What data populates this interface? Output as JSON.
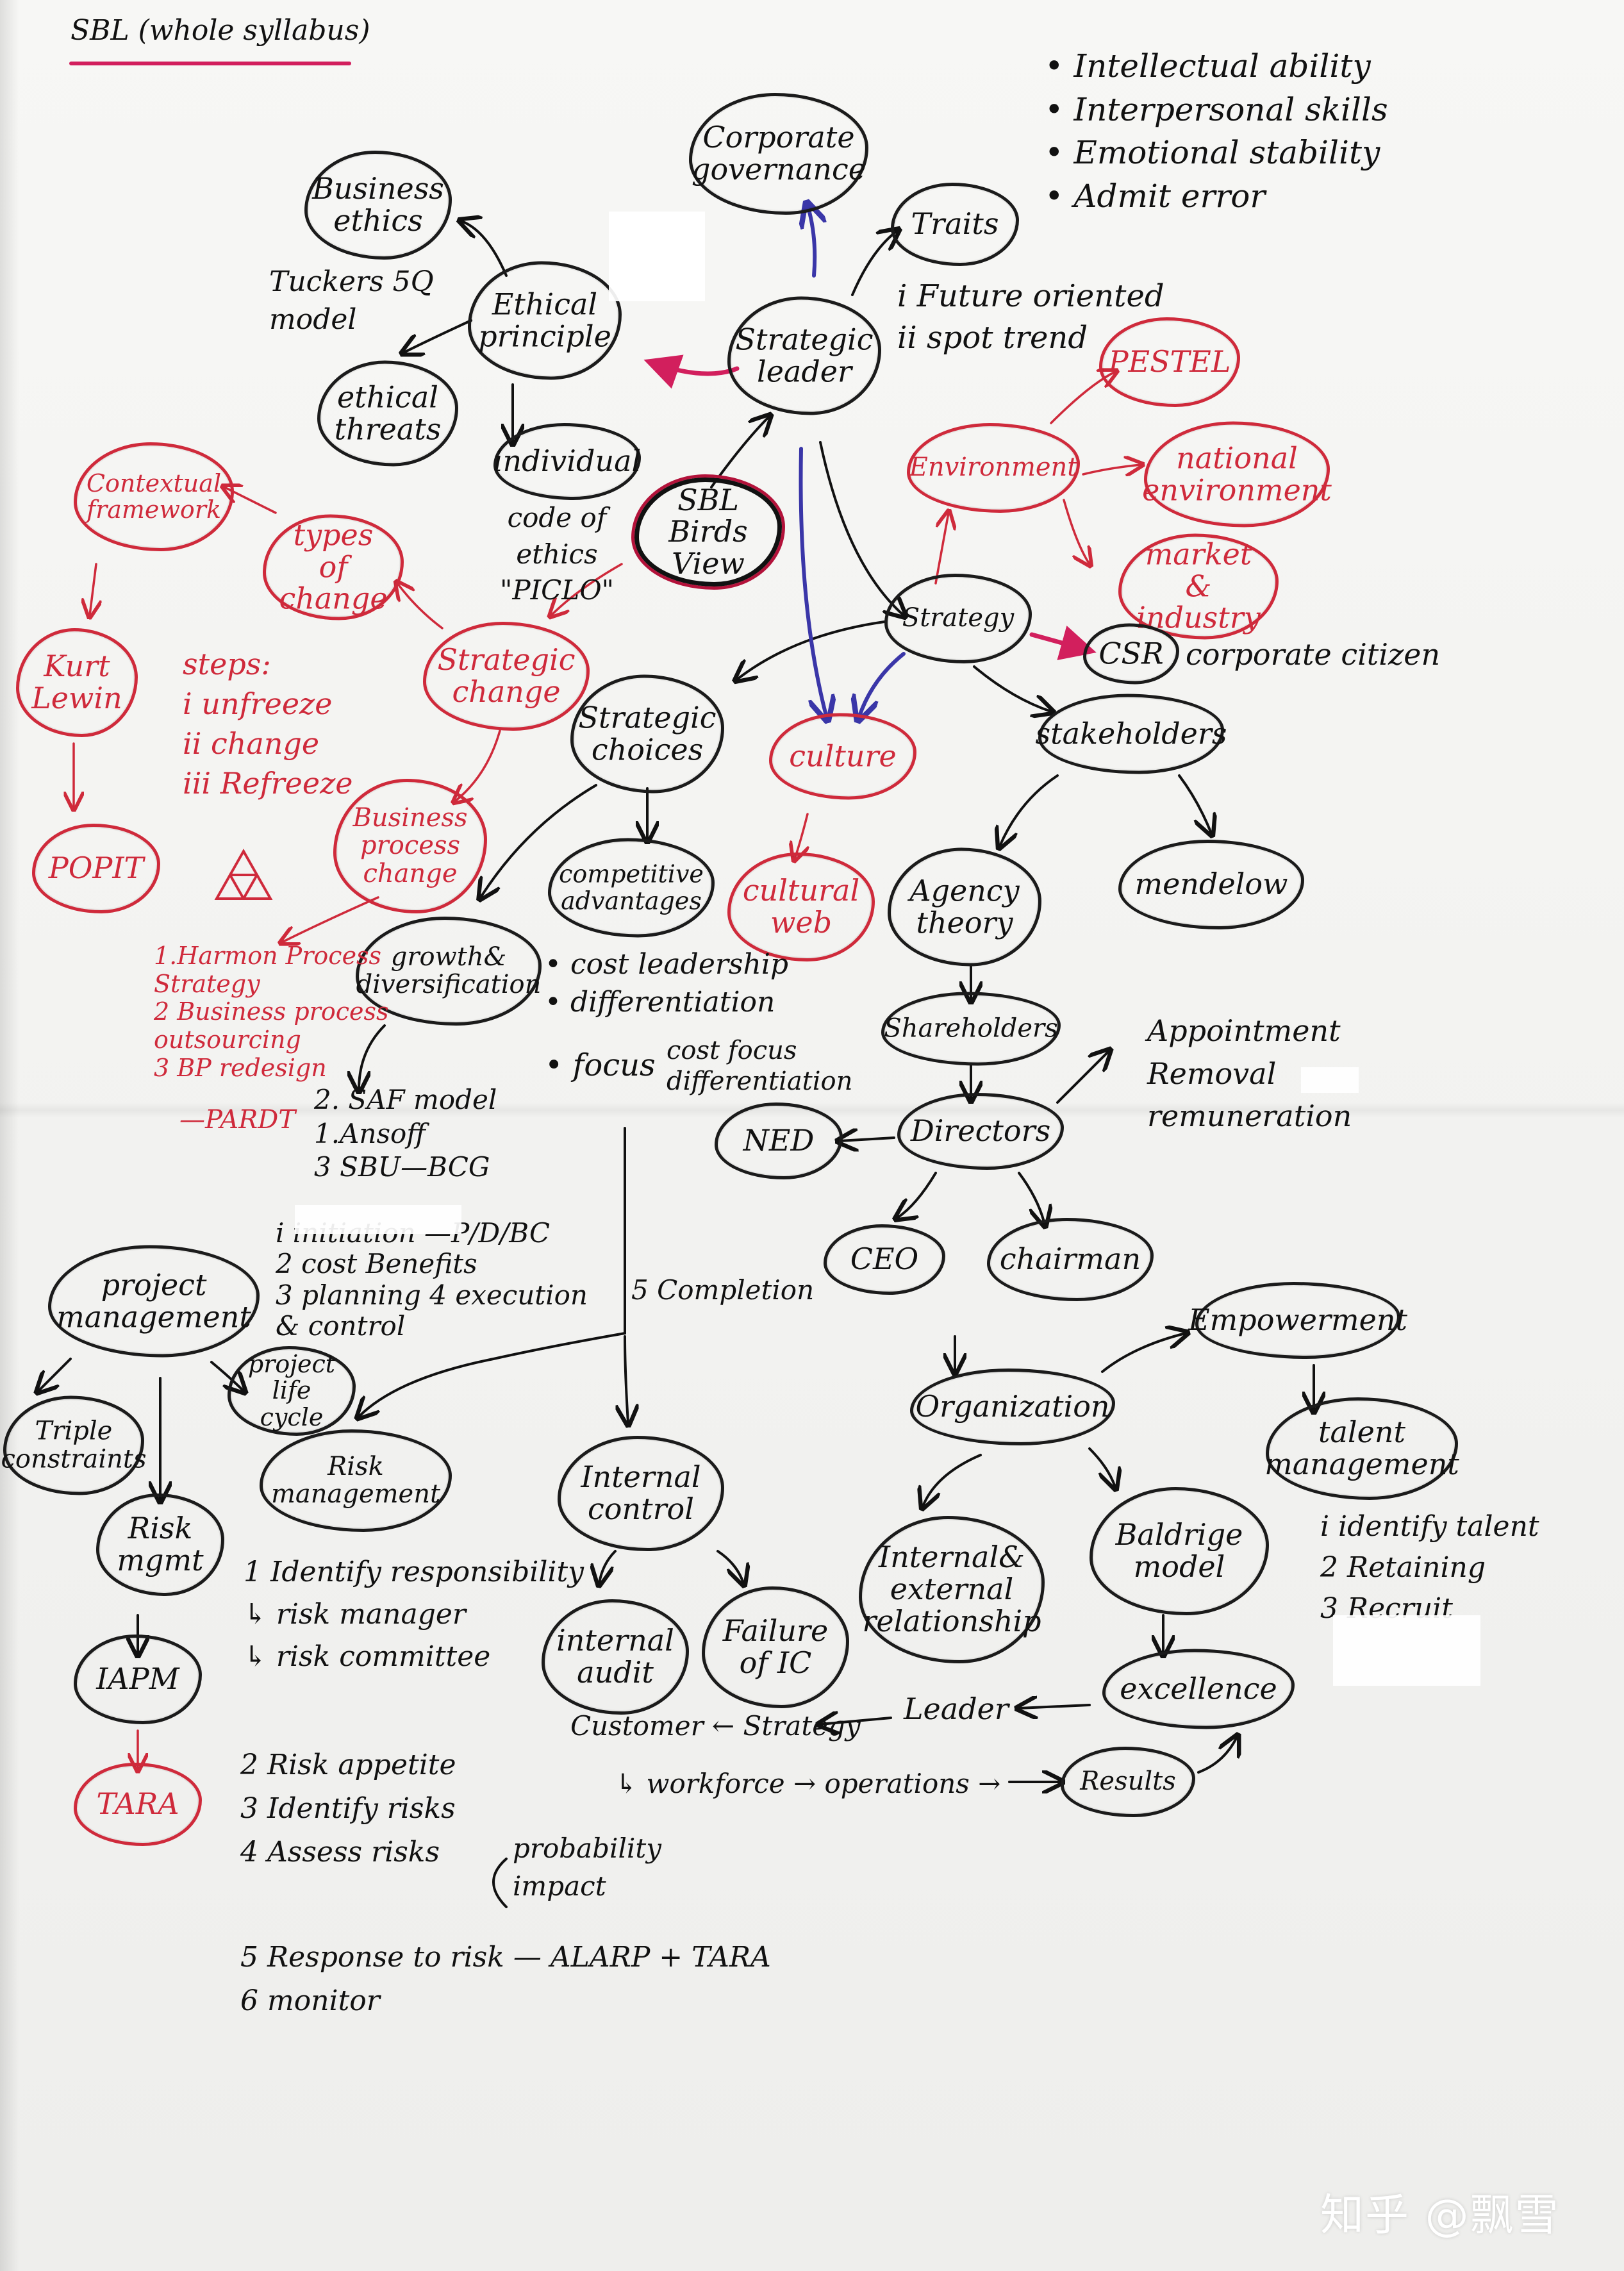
{
  "title": "SBL (whole syllabus)",
  "colors": {
    "ink": "#111111",
    "red": "#cf2a3b",
    "magenta": "#d21f5d",
    "blue": "#3a36a8"
  },
  "nodes": {
    "corporate_governance": "Corporate\ngovernance",
    "business_ethics": "Business\nethics",
    "traits": "Traits",
    "ethical_principle": "Ethical\nprinciple",
    "strategic_leader": "Strategic\nleader",
    "ethical_threats": "ethical\nthreats",
    "individual": "individual",
    "sbl_birds_view": "SBL Birds\nView",
    "contextual_framework": "Contextual\nframework",
    "types_of_change": "types of\nchange",
    "kurt_lewin": "Kurt\nLewin",
    "strategic_change": "Strategic\nchange",
    "poppit": "POPIT",
    "business_process_change": "Business\nprocess\nchange",
    "pestel": "PESTEL",
    "environment": "Environment",
    "national_environment": "national\nenvironment",
    "market_industry": "market &\nindustry",
    "strategy": "Strategy",
    "csr": "CSR",
    "strategic_choices": "Strategic\nchoices",
    "culture": "culture",
    "stakeholders": "stakeholders",
    "competitive_advantages": "competitive\nadvantages",
    "cultural_web": "cultural\nweb",
    "agency_theory": "Agency\ntheory",
    "mendelow": "mendelow",
    "growth_diversification": "growth&\ndiversification",
    "shareholders": "Shareholders",
    "directors": "Directors",
    "ned": "NED",
    "ceo": "CEO",
    "chairman": "chairman",
    "project_management": "project\nmanagement",
    "project_life_cycle": "project\nlife cycle",
    "triple_constraints": "Triple\nconstraints",
    "risk_management": "Risk\nmanagement",
    "internal_control": "Internal\ncontrol",
    "risk_mgmt": "Risk\nmgmt",
    "organization": "Organization",
    "empowerment": "Empowerment",
    "talent_management": "talent\nmanagement",
    "internal_external": "Internal&\nexternal\nrelationship",
    "baldrige_model": "Baldrige\nmodel",
    "internal_audit": "internal\naudit",
    "failure_of_ic": "Failure\nof IC",
    "iapm": "IAPM",
    "excellence": "excellence",
    "results": "Results",
    "tara": "TARA"
  },
  "labels": {
    "traits_list": "• Intellectual ability\n• Interpersonal skills\n• Emotional stability\n• Admit error",
    "leader_notes": "i Future oriented\nii spot trend",
    "tuckers": "Tuckers 5Q\nmodel",
    "code_of_ethics": "code of\nethics\n\"PICLO\"",
    "lewin_steps": "steps:\ni unfreeze\nii change\niii Refreeze",
    "bpc_list": "1.Harmon Process\nStrategy\n2 Business process\noutsourcing\n3 BP redesign",
    "pardt": "—PARDT",
    "corporate_citizen": "corporate citizen",
    "cost_leadership": "• cost leadership\n• differentiation",
    "focus": "• focus",
    "focus_types": "cost focus\ndifferentiation",
    "growth_models": "2. SAF model\n1.Ansoff\n3 SBU—BCG",
    "director_roles": "Appointment\nRemoval\nremuneration",
    "project_phases": "i initiation  —P/D/BC\n2  cost Benefits\n3 planning  4 execution\n& control",
    "completion": "5 Completion",
    "talent_steps": "i identify talent\n2 Retaining\n3 Recruit",
    "risk_steps": "1  Identify responsibility\n  ↳ risk manager\n  ↳ risk committee",
    "risk_steps_2": "2   Risk appetite\n3   Identify risks\n4   Assess risks",
    "probability_impact": "probability\nimpact",
    "risk_steps_3": "5 Response to risk — ALARP + TARA\n6   monitor",
    "leader_chain": "Leader",
    "customer_chain": "Customer ←  Strategy",
    "workforce_chain": "↳ workforce → operations →",
    "watermark": "知乎 @飘雪"
  }
}
